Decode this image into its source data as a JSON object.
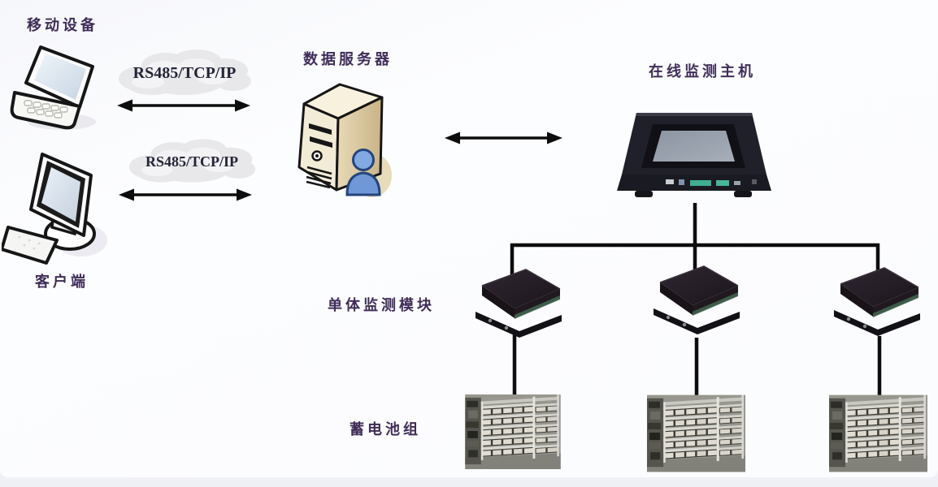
{
  "labels": {
    "mobile_device": "移动设备",
    "client": "客户端",
    "data_server": "数据服务器",
    "online_monitor_host": "在线监测主机",
    "unit_monitor_module": "单体监测模块",
    "battery_pack": "蓄电池组"
  },
  "links": {
    "mobile_to_server": {
      "protocol": "RS485/TCP/IP"
    },
    "client_to_server": {
      "protocol": "RS485/TCP/IP"
    }
  },
  "counts": {
    "unit_monitor_modules": 3,
    "battery_packs": 3
  },
  "icons": [
    "laptop-icon",
    "desktop-computer-icon",
    "cloud-icon",
    "double-arrow-icon",
    "server-tower-icon",
    "user-icon",
    "touch-panel-host-icon",
    "monitor-module-icon",
    "battery-rack-icon"
  ],
  "colors": {
    "background": "#f5f6fa",
    "label_text": "#3f2d58",
    "protocol_text": "#232338",
    "connector_line": "#0d0d0d",
    "cloud_fill": "#e9e9ec",
    "server_beige": "#e9dab6",
    "person_blue": "#7aa0da",
    "device_black": "#1e1e28",
    "screen_gray": "#99a1ad",
    "module_green_accent": "#41634f"
  }
}
